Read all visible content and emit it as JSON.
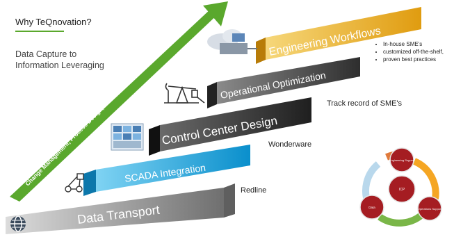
{
  "header": {
    "title": "Why TeQnovation?",
    "subtitle_line1": "Data Capture to",
    "subtitle_line2": "Information Leveraging"
  },
  "arrow": {
    "label": "Change Management, Process Design, Performance Based Management",
    "color": "#5aa82d"
  },
  "bands": [
    {
      "label": "Data Transport",
      "color": "#8c8c8c",
      "icon": "globe-icon"
    },
    {
      "label": "SCADA Integration",
      "color": "#1aa9e0",
      "icon": "network-nodes-icon"
    },
    {
      "label": "Control Center Design",
      "color": "#2e2e2e",
      "icon": "control-center-screens-icon"
    },
    {
      "label": "Operational Optimization",
      "color": "#444444",
      "icon": "oil-pumpjack-icon"
    },
    {
      "label": "Engineering Workflows",
      "color": "#e5a91a",
      "icon": "cloud-server-icon"
    }
  ],
  "side_labels": {
    "redline": "Redline",
    "wonderware": "Wonderware",
    "track_record": "Track record of SME's"
  },
  "sme_points": [
    "In-house SME's",
    "customized off-the-shelf,",
    "proven best practices"
  ],
  "cycle": {
    "center": "ICP",
    "top": "Engineering Support",
    "left": "Data",
    "right": "Operations Support",
    "node_color": "#a51d22",
    "arrow_colors": [
      "#f5a623",
      "#7ab648",
      "#b9d8ec",
      "#e07a3c"
    ]
  }
}
